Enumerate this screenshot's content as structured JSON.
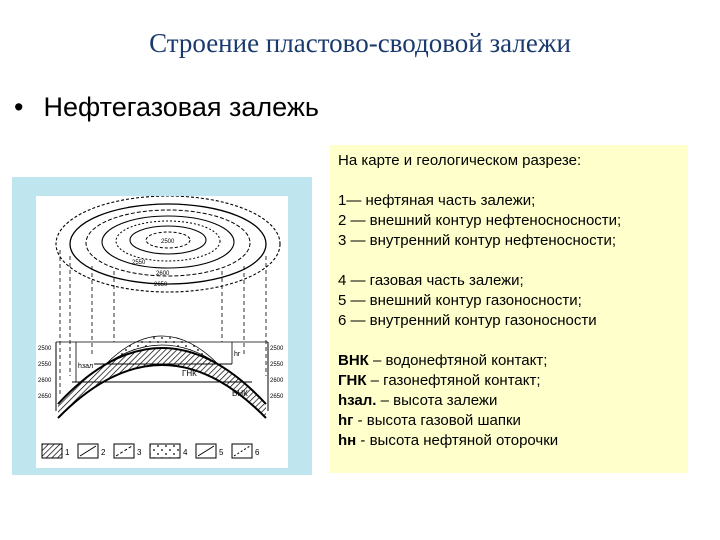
{
  "title": "Строение пластово-сводовой залежи",
  "bullet": {
    "symbol": "•",
    "text": "Нефтегазовая залежь"
  },
  "diagram": {
    "map_contour_labels": [
      "2500",
      "2550",
      "2600",
      "2650"
    ],
    "left_depth_scale": [
      "2500",
      "2550",
      "2600",
      "2650"
    ],
    "right_depth_scale": [
      "2500",
      "2550",
      "2600",
      "2650"
    ],
    "section_labels": {
      "gnk": "ГНК",
      "vnk": "ВНК",
      "h_zal": "hзал",
      "h_g": "hг"
    },
    "legend_numbers": [
      "1",
      "2",
      "3",
      "4",
      "5",
      "6"
    ]
  },
  "legend": {
    "heading": "На карте и геологическом разрезе:",
    "oil_lines": [
      "1— нефтяная часть залежи;",
      "2 — внешний контур нефтеносносности;",
      "3 — внутренний контур нефтеносности;"
    ],
    "gas_lines": [
      "4 — газовая часть залежи;",
      "5 — внешний контур газоносности;",
      "6 — внутренний контур газоносности"
    ],
    "contacts": [
      {
        "term": "ВНК",
        "desc": " – водонефтяной контакт;"
      },
      {
        "term": "ГНК",
        "desc": " – газонефтяной контакт;"
      }
    ],
    "heights": [
      {
        "term": "hзал.",
        "desc": " – высота залежи"
      },
      {
        "term": "hг",
        "desc": "  -  высота газовой шапки"
      },
      {
        "term": "hн",
        "desc": "  -  высота нефтяной оторочки"
      }
    ]
  },
  "colors": {
    "title": "#1a3a6e",
    "diagram_frame": "#bfe6ee",
    "legend_background": "#ffffcc"
  }
}
